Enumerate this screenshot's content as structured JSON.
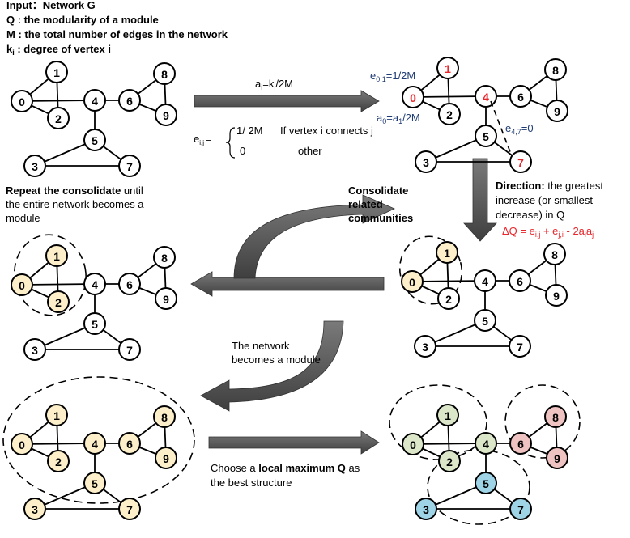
{
  "header": {
    "line1": "Input：Network G",
    "line2": "Q : the modularity of a module",
    "line3": "M : the total number of edges in the network",
    "line4_main": "k",
    "line4_sub": "i",
    "line4_rest": " : degree of vertex i"
  },
  "formulas": {
    "a_i": "a",
    "a_i_sub": "i",
    "a_i_rest": "=k",
    "a_i_sub2": "i",
    "a_i_rest2": "/2M",
    "e_ij_main": "e",
    "e_ij_sub": "i,j",
    "e_ij_eq": "=",
    "case1_val": "1/ 2M",
    "case1_cond": "If vertex i connects  j",
    "case2_val": "0",
    "case2_cond": "other",
    "e01": "e",
    "e01_sub": "0,1",
    "e01_val": "=1/2M",
    "a0": "a",
    "a0_sub": "0",
    "a0_val": "=a",
    "a0_sub2": "1",
    "a0_val2": "/2M",
    "e47": "e",
    "e47_sub": "4,7",
    "e47_val": "=0"
  },
  "captions": {
    "repeat_bold": "Repeat the consolidate",
    "repeat_rest1": " until",
    "repeat_line2": "the entire network becomes a",
    "repeat_line3": "module",
    "consolidate1": "Consolidate",
    "consolidate2": "related",
    "consolidate3": "communities",
    "direction_bold": "Direction:",
    "direction_rest": " the greatest",
    "direction_line2": "increase (or smallest",
    "direction_line3": "decrease) in Q",
    "dq": "ΔQ = e",
    "dq_s1": "i,j",
    "dq_m1": " + e",
    "dq_s2": "j,i",
    "dq_m2": " - 2a",
    "dq_s3": "i",
    "dq_m3": "a",
    "dq_s4": "j",
    "network1": "The  network",
    "network2": "becomes a module",
    "choose_pre": "Choose a ",
    "choose_bold": "local maximum Q",
    "choose_post": " as",
    "choose_line2": "the best structure"
  },
  "graph": {
    "node_labels": [
      "0",
      "1",
      "2",
      "3",
      "4",
      "5",
      "6",
      "7",
      "8",
      "9"
    ]
  },
  "colors": {
    "yellow": "#fcefc9",
    "green": "#dbe7c8",
    "pink": "#efc3c1",
    "blue": "#9fd3e6",
    "red": "#e8262b",
    "navy": "#1f3b73",
    "arrow": "#595959"
  }
}
